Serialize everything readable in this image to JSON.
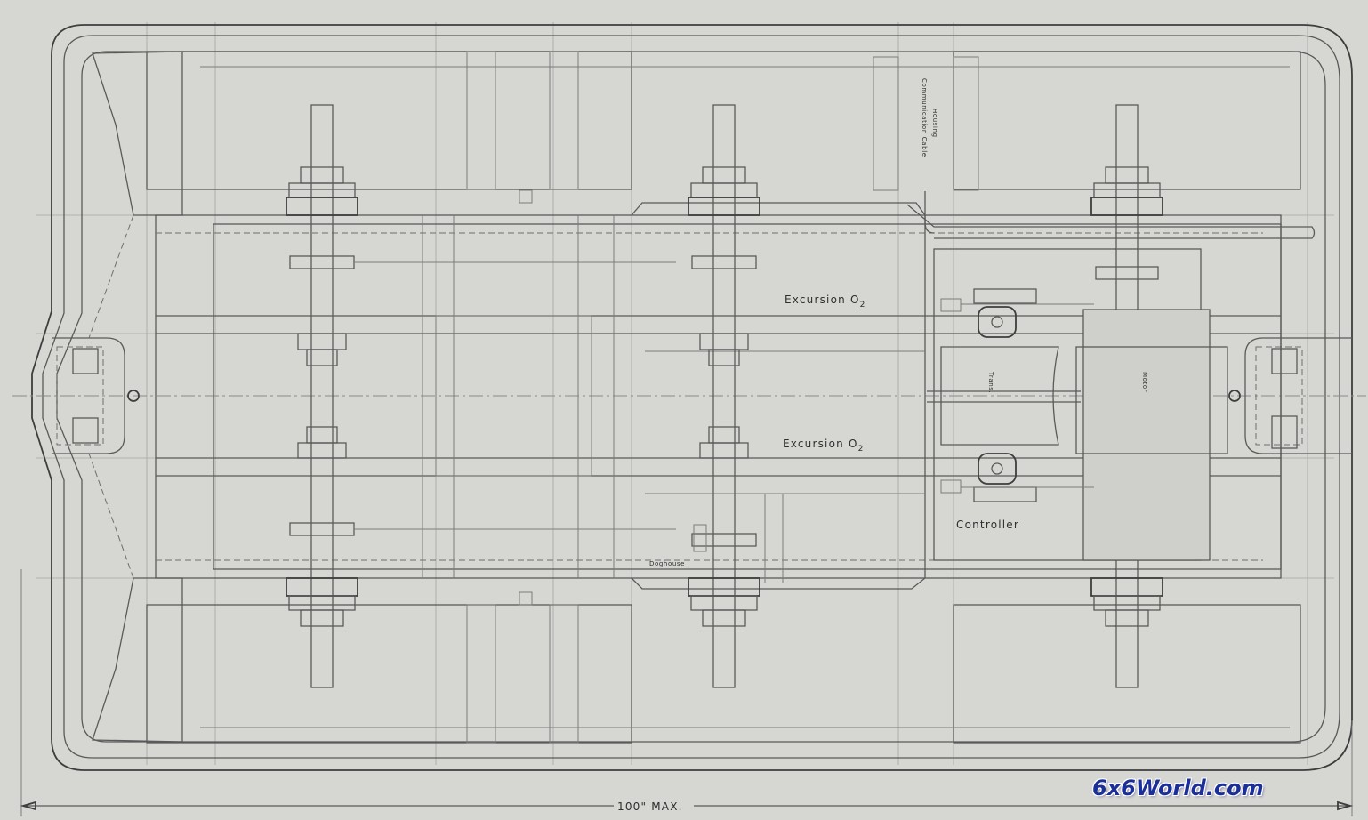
{
  "labels": {
    "excursion_o2_upper_main": "Excursion O",
    "excursion_o2_upper_sub": "2",
    "excursion_o2_lower_main": "Excursion O",
    "excursion_o2_lower_sub": "2",
    "controller": "Controller",
    "doghouse": "Doghouse",
    "communication_cable_line1": "Communication Cable",
    "communication_cable_line2": "Housing",
    "trans": "Trans.",
    "motor": "Motor",
    "dimension": "100\" MAX."
  },
  "watermark": "6x6World.com",
  "colors": {
    "paper": "#d6d6d3",
    "ink": "#5a5a5a",
    "watermark": "#1c2f96"
  }
}
